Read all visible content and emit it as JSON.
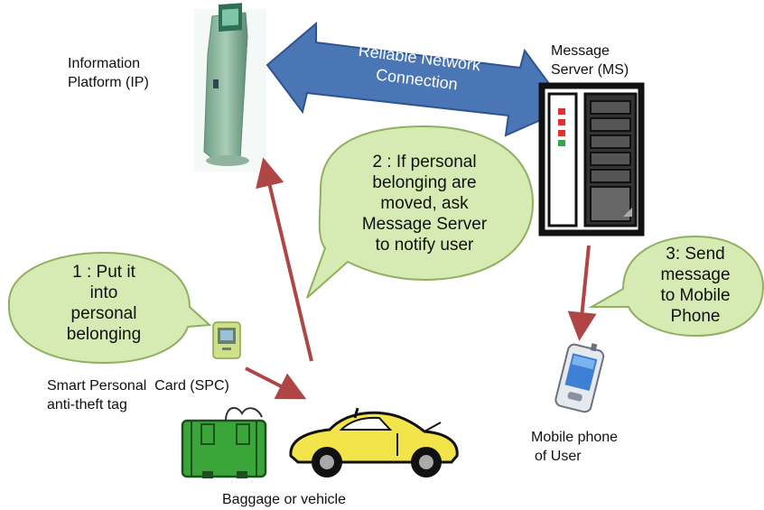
{
  "labels": {
    "ip_line1": "Information",
    "ip_line2": "Platform (IP)",
    "ms_line1": "Message",
    "ms_line2": "Server (MS)",
    "spc_line1": "Smart Personal  Card (SPC)",
    "spc_line2": "anti-theft tag",
    "baggage": "Baggage or vehicle",
    "mobile_line1": "Mobile phone",
    "mobile_line2": "of User"
  },
  "arrow_text": {
    "line1": "Reliable Network",
    "line2": "Connection"
  },
  "bubbles": {
    "step1": [
      "1 : Put it",
      "into",
      "personal",
      "belonging"
    ],
    "step2": [
      "2 : If personal",
      "belonging are",
      "moved, ask",
      "Message Server",
      "to notify user"
    ],
    "step3": [
      "3: Send",
      "message",
      "to Mobile",
      "Phone"
    ]
  },
  "colors": {
    "network_arrow": "#4a76b6",
    "bubble_fill": "#d6ebb4",
    "red_arrow": "#b04545",
    "suitcase": "#3aa63a",
    "car": "#f2e54a",
    "server": "#111111"
  }
}
